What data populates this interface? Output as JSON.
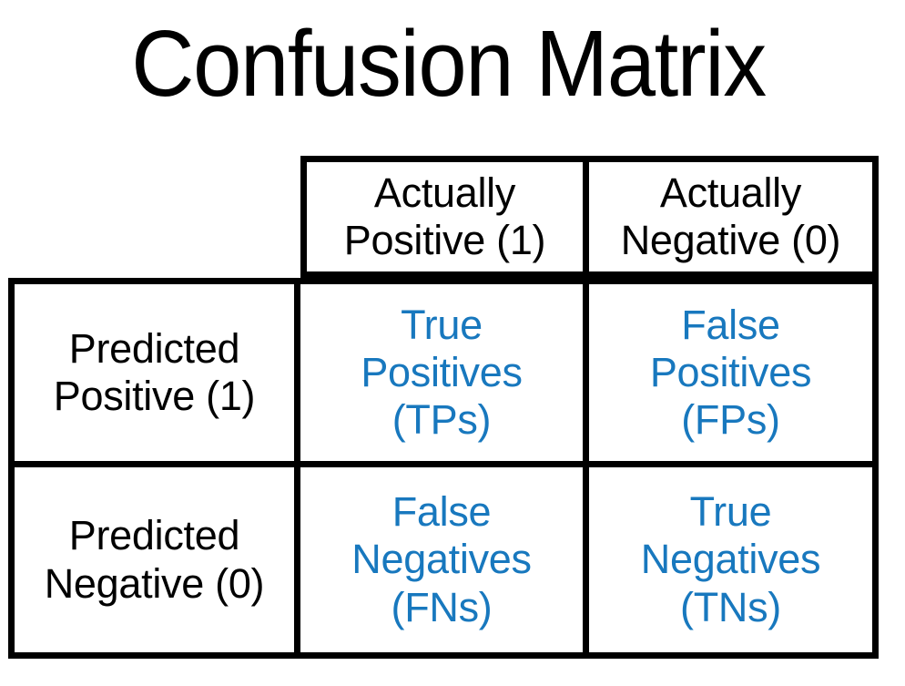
{
  "page": {
    "title": "Confusion Matrix",
    "background_color": "#FFFFFF",
    "text_color": "#000000",
    "accent_color": "#1878BE",
    "border_color": "#000000"
  },
  "matrix": {
    "corner_label": "",
    "column_headers": [
      {
        "line1": "Actually",
        "line2": "Positive (1)"
      },
      {
        "line1": "Actually",
        "line2": "Negative (0)"
      }
    ],
    "row_headers": [
      {
        "line1": "Predicted",
        "line2": "Positive (1)"
      },
      {
        "line1": "Predicted",
        "line2": "Negative (0)"
      }
    ],
    "cells": [
      [
        {
          "line1": "True",
          "line2": "Positives",
          "line3": "(TPs)"
        },
        {
          "line1": "False",
          "line2": "Positives",
          "line3": "(FPs)"
        }
      ],
      [
        {
          "line1": "False",
          "line2": "Negatives",
          "line3": "(FNs)"
        },
        {
          "line1": "True",
          "line2": "Negatives",
          "line3": "(TNs)"
        }
      ]
    ]
  }
}
